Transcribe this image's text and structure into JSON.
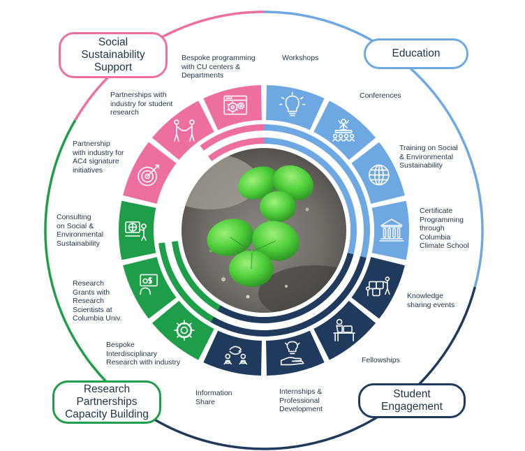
{
  "colors": {
    "social": "#ec6fa0",
    "education": "#6ea8e2",
    "student": "#1f3a5c",
    "research": "#1f9e4a"
  },
  "categories": [
    {
      "key": "social",
      "label": "Social\nSustainability\nSupport",
      "color": "#ec6fa0"
    },
    {
      "key": "education",
      "label": "Education",
      "color": "#6ea8e2"
    },
    {
      "key": "student",
      "label": "Student\nEngagement",
      "color": "#1f3a5c"
    },
    {
      "key": "research",
      "label": "Research\nPartnerships\nCapacity Building",
      "color": "#1f9e4a"
    }
  ],
  "items": [
    {
      "label": "Workshops",
      "color": "#6ea8e2",
      "icon": "lightbulb-icon"
    },
    {
      "label": "Conferences",
      "color": "#6ea8e2",
      "icon": "audience-presenter-icon"
    },
    {
      "label": "Training on Social\n& Environmental\nSustainability",
      "color": "#6ea8e2",
      "icon": "globe-icon"
    },
    {
      "label": "Certificate\nProgramming\nthrough\nColumbia\nClimate School",
      "color": "#6ea8e2",
      "icon": "institution-building-icon"
    },
    {
      "label": "Knowledge\nsharing events",
      "color": "#1f3a5c",
      "icon": "puzzle-people-icon"
    },
    {
      "label": "Fellowships",
      "color": "#1f3a5c",
      "icon": "person-at-desk-icon"
    },
    {
      "label": "Internships &\nProfessional\nDevelopment",
      "color": "#1f3a5c",
      "icon": "hand-with-idea-icon"
    },
    {
      "label": "Information\nShare",
      "color": "#1f3a5c",
      "icon": "people-exchange-icon"
    },
    {
      "label": "Bespoke\nInterdisciplinary\nResearch with industry",
      "color": "#1f9e4a",
      "icon": "gear-icon"
    },
    {
      "label": "Research\nGrants with\nResearch\nScientists at\nColumbia Univ.",
      "color": "#1f9e4a",
      "icon": "person-grant-icon"
    },
    {
      "label": "Consulting\non Social &\nEnvironmental\nSustainability",
      "color": "#1f9e4a",
      "icon": "consultant-screen-icon"
    },
    {
      "label": "Partnership\nwith industry for\nAC4 signature\ninitiatives",
      "color": "#ec6fa0",
      "icon": "target-icon"
    },
    {
      "label": "Partnerships with\nindustry for student\nresearch",
      "color": "#ec6fa0",
      "icon": "handshake-icon"
    },
    {
      "label": "Bespoke programming\nwith CU centers &\nDepartments",
      "color": "#ec6fa0",
      "icon": "browser-gears-icon"
    }
  ],
  "center_image": "clover-sprout-photo"
}
